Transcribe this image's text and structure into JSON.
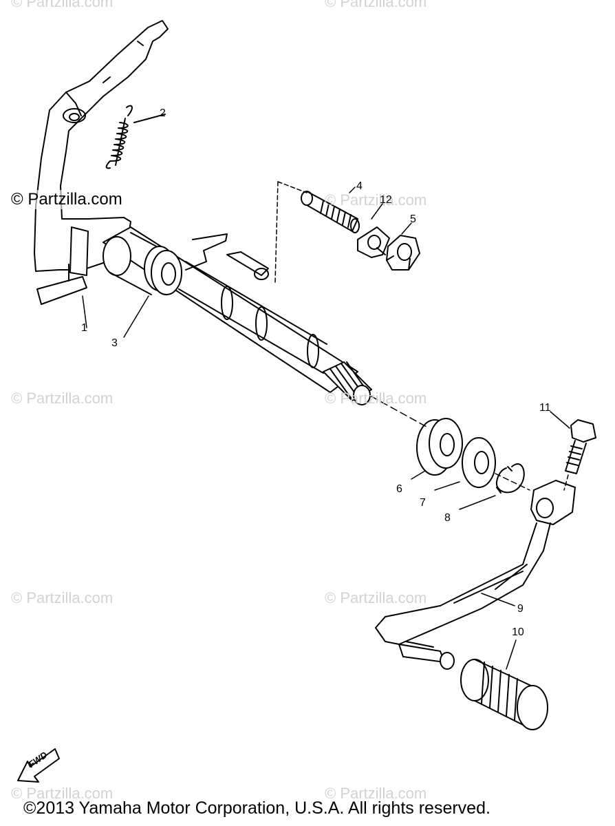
{
  "watermarks": {
    "tl": "© Partzilla.com",
    "tc": "© Partzilla.com",
    "main": "© Partzilla.com",
    "mr": "© Partzilla.com",
    "ml": "© Partzilla.com",
    "mc": "© Partzilla.com",
    "ll": "© Partzilla.com",
    "lc": "© Partzilla.com",
    "bl": "© Partzilla.com",
    "bc": "© Partzilla.com"
  },
  "callouts": {
    "c1": "1",
    "c2": "2",
    "c3": "3",
    "c4": "4",
    "c5": "5",
    "c6": "6",
    "c7": "7",
    "c8": "8",
    "c9": "9",
    "c10": "10",
    "c11": "11",
    "c12": "12"
  },
  "fwd": "FWD",
  "copyright": "©2013 Yamaha Motor Corporation, U.S.A. All rights reserved."
}
